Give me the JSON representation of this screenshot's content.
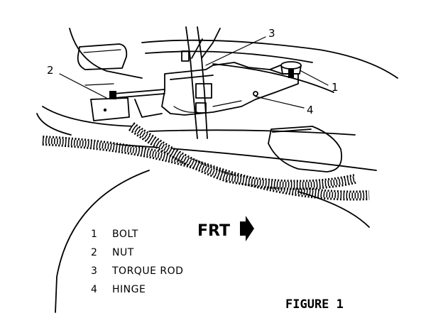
{
  "callouts": [
    {
      "id": "1",
      "text": "1"
    },
    {
      "id": "2",
      "text": "2"
    },
    {
      "id": "3",
      "text": "3"
    },
    {
      "id": "4",
      "text": "4"
    }
  ],
  "legend": [
    {
      "num": "1",
      "label": "BOLT"
    },
    {
      "num": "2",
      "label": "NUT"
    },
    {
      "num": "3",
      "label": "TORQUE ROD"
    },
    {
      "num": "4",
      "label": "HINGE"
    }
  ],
  "direction_label": "FRT",
  "caption": "FIGURE 1"
}
